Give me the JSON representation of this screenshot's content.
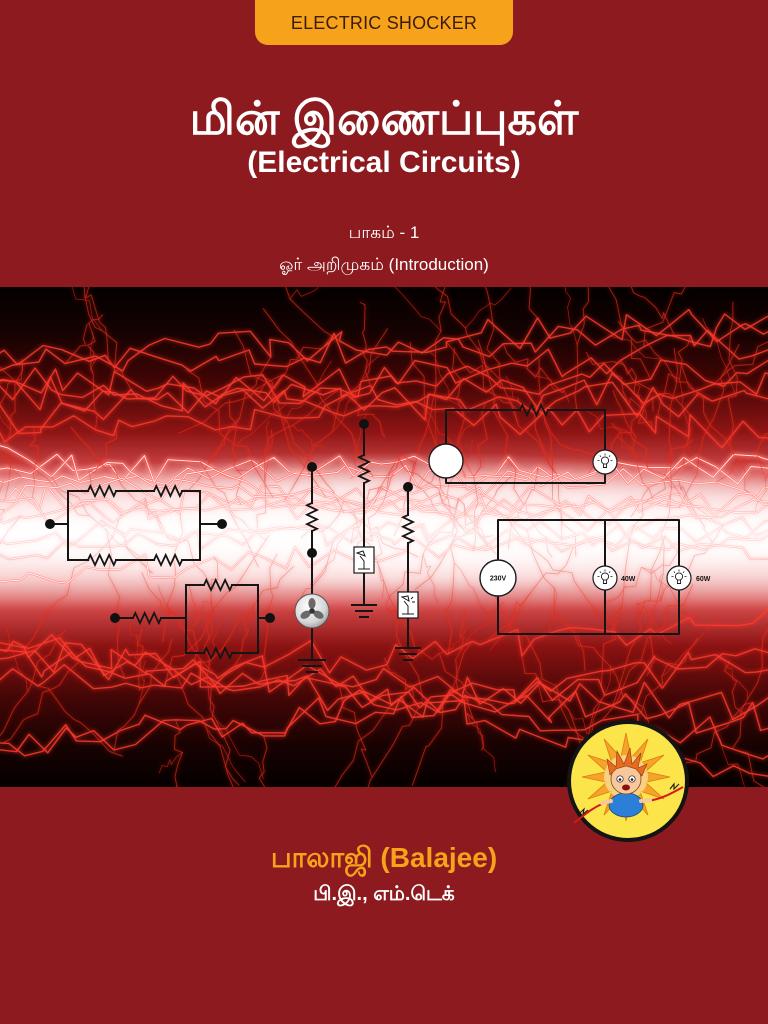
{
  "series_tag": "ELECTRIC SHOCKER",
  "title": {
    "tamil": "மின் இணைப்புகள்",
    "english": "(Electrical Circuits)"
  },
  "part": {
    "label": "பாகம் - 1",
    "subtitle": "ஓர் அறிமுகம் (Introduction)"
  },
  "diagram_labels": {
    "source_voltage": "230V",
    "bulb_left": "40W",
    "bulb_right": "60W"
  },
  "author": {
    "name": "பாலாஜி (Balajee)",
    "qualifications": "பி.இ., எம்.டெக்"
  },
  "badge_icon": "electric-shock-kid-icon",
  "colors": {
    "background": "#8c1a1f",
    "series_tag": "#f7a21b",
    "author_name": "#f7a21b",
    "text": "#ffffff"
  }
}
